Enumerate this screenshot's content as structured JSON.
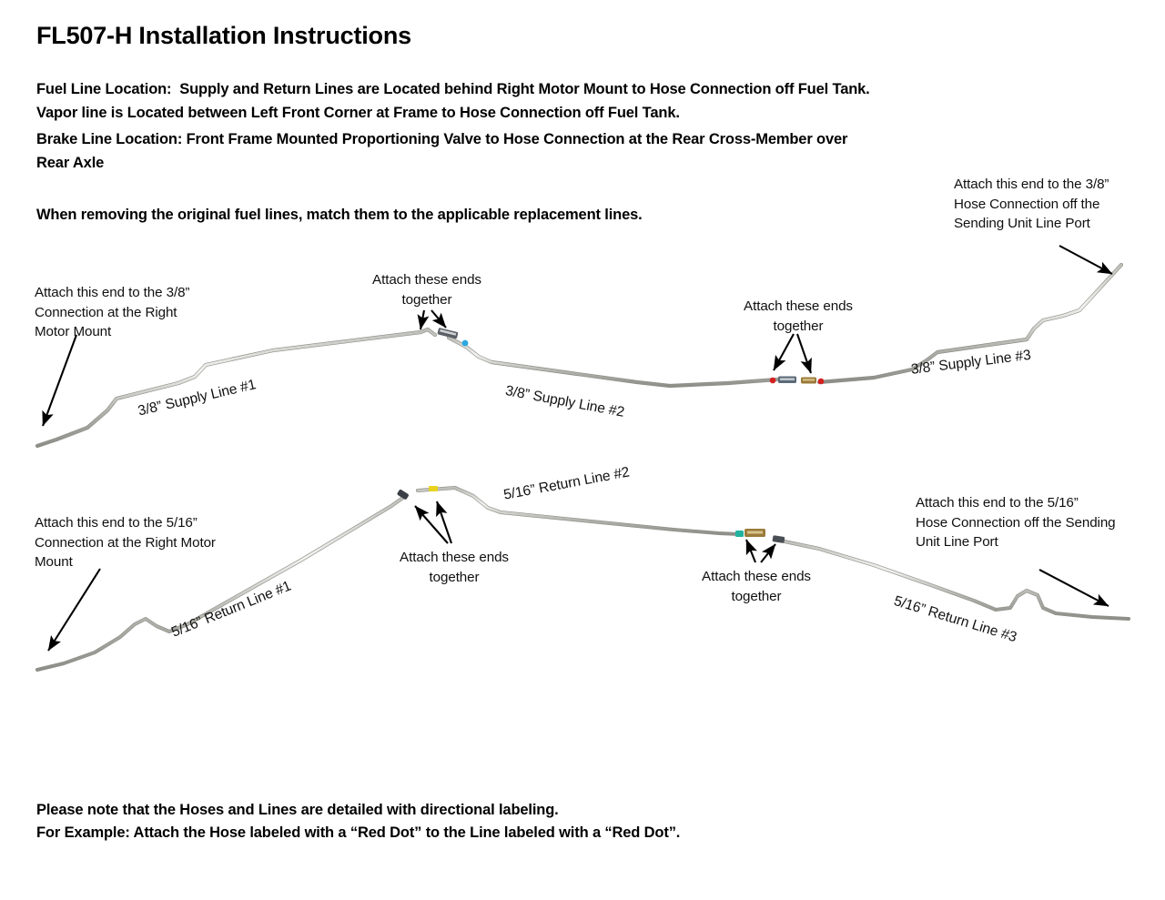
{
  "document": {
    "title": "FL507-H Installation Instructions",
    "intro_lines": [
      "Fuel Line Location:  Supply and Return Lines are Located behind Right Motor Mount to Hose Connection off Fuel Tank.",
      "Vapor line is Located between Left Front Corner at Frame to Hose Connection off Fuel Tank.",
      "Brake Line Location: Front Frame Mounted Proportioning Valve to Hose Connection at the Rear Cross-Member over",
      "Rear Axle"
    ],
    "match_note": "When removing the original fuel lines, match them to the applicable replacement lines.",
    "footer_lines": [
      "Please note that the Hoses and Lines are detailed with directional labeling.",
      "For Example: Attach the Hose labeled with a “Red Dot” to the Line labeled with a “Red Dot”."
    ]
  },
  "supply_diagram": {
    "callouts": {
      "left_end": "Attach this end to the 3/8”\nConnection at the Right\nMotor Mount",
      "right_end": "Attach this end to the 3/8”\nHose Connection off the\nSending Unit Line Port",
      "joint_1": "Attach these ends\ntogether",
      "joint_2": "Attach these ends\ntogether"
    },
    "line_labels": [
      "3/8” Supply Line #1",
      "3/8” Supply Line #2",
      "3/8” Supply Line #3"
    ],
    "marker_colors": {
      "joint_1_dot": "#2aa9e0",
      "joint_2_dot_left": "#d62020",
      "joint_2_dot_right": "#d62020"
    }
  },
  "return_diagram": {
    "callouts": {
      "left_end": "Attach this end to the 5/16”\nConnection at the Right Motor\nMount",
      "right_end": "Attach this end to the 5/16”\nHose Connection off the Sending\nUnit Line Port",
      "joint_1": "Attach these ends\ntogether",
      "joint_2": "Attach these ends\ntogether"
    },
    "line_labels": [
      "5/16” Return Line #1",
      "5/16” Return Line #2",
      "5/16” Return Line #3"
    ],
    "marker_colors": {
      "joint_1_dot": "#e8d21a",
      "joint_2_dot": "#23b3a0"
    }
  },
  "style": {
    "tube_color": "#a9a9a4",
    "tube_highlight": "#e8e8e6",
    "arrow_color": "#000000",
    "fitting_dark": "#4a4f55",
    "fitting_brass": "#9a7b3a"
  }
}
